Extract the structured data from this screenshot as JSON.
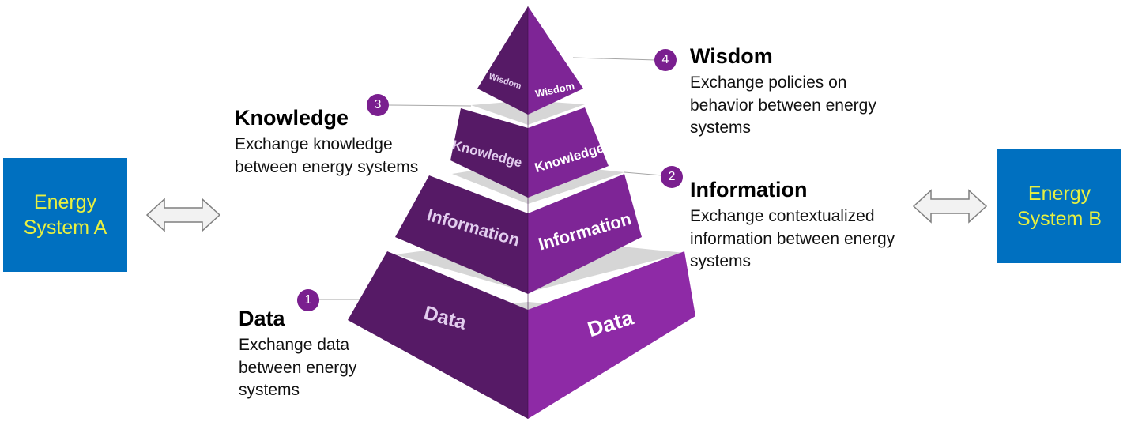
{
  "systems": {
    "a": "Energy System A",
    "b": "Energy System B"
  },
  "levels": {
    "data": {
      "marker": "1",
      "title": "Data",
      "description": "Exchange data between energy systems",
      "face_label": "Data"
    },
    "information": {
      "marker": "2",
      "title": "Information",
      "description": "Exchange contextualized information between energy systems",
      "face_label": "Information"
    },
    "knowledge": {
      "marker": "3",
      "title": "Knowledge",
      "description": "Exchange knowledge between energy systems",
      "face_label": "Knowledge"
    },
    "wisdom": {
      "marker": "4",
      "title": "Wisdom",
      "description": "Exchange policies on behavior between energy systems",
      "face_label": "Wisdom"
    }
  },
  "colors": {
    "system_box": "#0070c0",
    "system_text": "#e8f040",
    "pyramid_left": "#561a66",
    "pyramid_right": "#7e2596",
    "pyramid_right_light": "#8e2aa6",
    "gap": "#d6d6d6",
    "marker": "#7a1f8f",
    "left_label": "#e2cdee",
    "right_label": "#ffffff"
  }
}
